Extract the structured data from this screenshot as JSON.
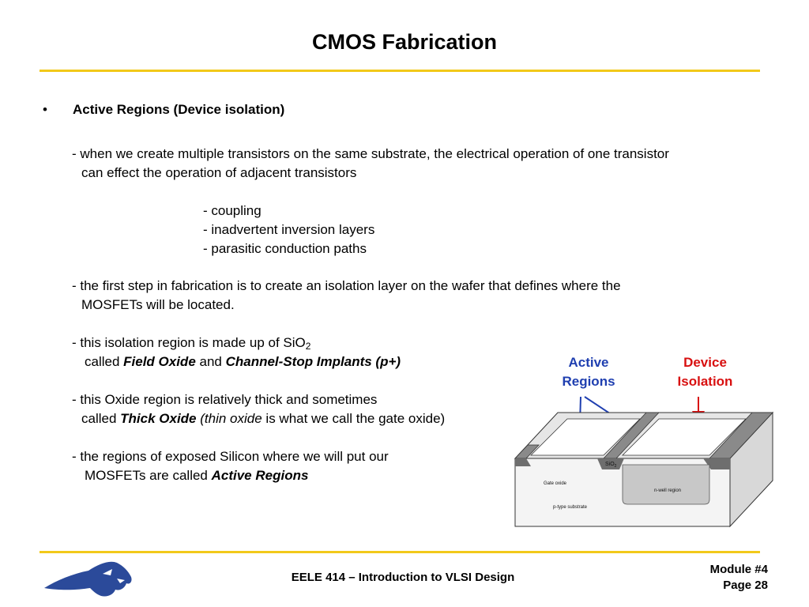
{
  "slide": {
    "title": "CMOS Fabrication",
    "bullet_glyph": "•",
    "heading": "Active Regions (Device isolation)"
  },
  "paragraphs": {
    "p1_line1": "- when we create multiple transistors on the same substrate, the electrical operation of one transistor",
    "p1_line2": "can effect the operation of adjacent transistors",
    "sub_items": [
      "- coupling",
      "- inadvertent inversion layers",
      "- parasitic conduction paths"
    ],
    "p2_line1": "- the first step in fabrication is to create an isolation layer on the wafer that defines where the",
    "p2_line2": "MOSFETs will be located.",
    "p3_line1": "- this isolation region is made up of SiO",
    "p3_sub": "2",
    "p3_called": "called ",
    "p3_field_oxide": "Field Oxide",
    "p3_and": " and ",
    "p3_channel_stop": "Channel-Stop Implants (p+)",
    "p4_line1": "- this Oxide region is relatively thick and sometimes",
    "p4_called": "called ",
    "p4_thick_oxide": "Thick Oxide",
    "p4_thin_oxide": " (thin oxide",
    "p4_rest": " is what we call the gate oxide)",
    "p5_line1": "- the regions of exposed Silicon where we will put our",
    "p5_line2": "MOSFETs are called ",
    "p5_active_regions": "Active Regions"
  },
  "diagram": {
    "label_active_line1": "Active",
    "label_active_line2": "Regions",
    "label_device_line1": "Device",
    "label_device_line2": "Isolation",
    "sio2_label": "SiO",
    "sio2_sub": "2",
    "gate_oxide": "Gate oxide",
    "nwell": "n-well region",
    "substrate": "p-type substrate",
    "colors": {
      "active": "#1f3fb0",
      "device": "#d81010"
    }
  },
  "footer": {
    "course": "EELE 414 – Introduction to VLSI Design",
    "module": "Module #4",
    "page": "Page 28"
  },
  "colors": {
    "accent_rule": "#f2c91a",
    "logo": "#2b4a9a"
  }
}
